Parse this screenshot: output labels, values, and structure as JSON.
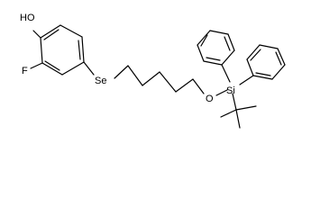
{
  "diagram": {
    "type": "chemical-structure",
    "atom_labels": {
      "hydroxyl": "HO",
      "fluorine": "F",
      "selenium": "Se",
      "oxygen": "O",
      "silicon": "Si"
    }
  },
  "colors": {
    "bond": "#000000",
    "background": "#ffffff"
  }
}
